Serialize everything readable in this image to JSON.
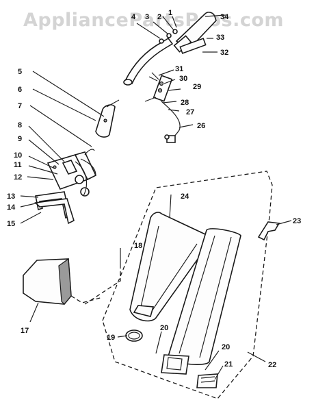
{
  "watermark": "AppliancePartsPros.com",
  "callouts": [
    "1",
    "2",
    "3",
    "4",
    "5",
    "6",
    "7",
    "8",
    "9",
    "10",
    "11",
    "12",
    "13",
    "14",
    "15",
    "17",
    "18",
    "19",
    "20",
    "21",
    "22",
    "23",
    "24",
    "26",
    "27",
    "28",
    "29",
    "30",
    "31",
    "32",
    "33",
    "34"
  ],
  "duplicate_callouts": [
    "20"
  ]
}
